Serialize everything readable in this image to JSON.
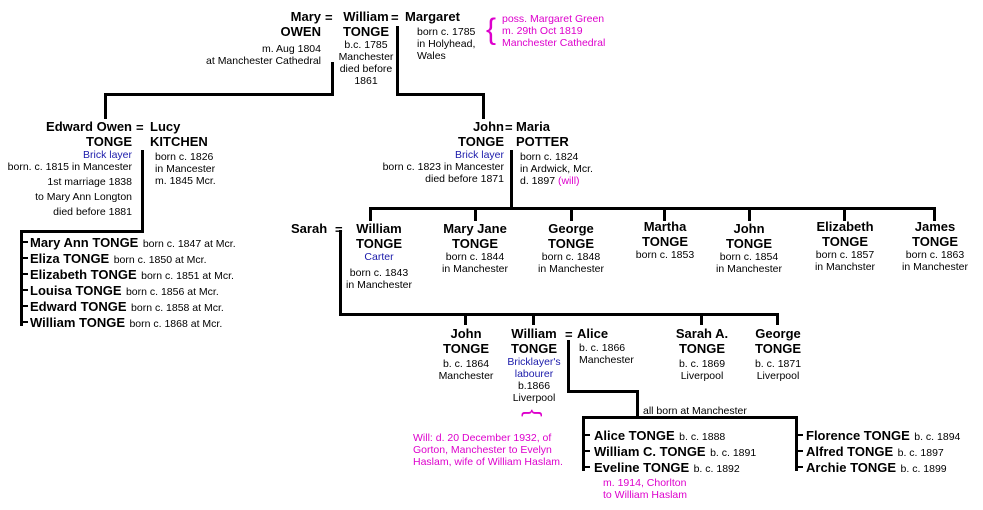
{
  "marriage_sign": "=",
  "mary_owen": {
    "first": "Mary",
    "last": "OWEN",
    "m": "m. Aug 1804",
    "place": "at Manchester Cathedral"
  },
  "william_tonge": {
    "first": "William",
    "last": "TONGE",
    "b1": "b.c. 1785",
    "b2": "Manchester",
    "d1": "died before",
    "d2": "1861"
  },
  "margaret": {
    "first": "Margaret",
    "b1": "born c. 1785",
    "b2": "in Holyhead,",
    "b3": "Wales"
  },
  "margaret_note": {
    "l1": "poss. Margaret Green",
    "l2": "m. 29th Oct 1819",
    "l3": "Manchester Cathedral",
    "brace": "{"
  },
  "edward_owen": {
    "first": "Edward Owen",
    "last": "TONGE",
    "occ": "Brick layer",
    "l1": "born. c. 1815 in Mancester",
    "l2": "1st marriage 1838",
    "l3": "to Mary Ann Longton",
    "l4": "died before 1881"
  },
  "lucy": {
    "first": "Lucy",
    "last": "KITCHEN",
    "l1": "born c. 1826",
    "l2": "in Mancester",
    "l3": "m. 1845 Mcr."
  },
  "john_tonge": {
    "first": "John",
    "last": "TONGE",
    "occ": "Brick layer",
    "l1": "born c. 1823 in Mancester",
    "l2": "died before 1871"
  },
  "maria": {
    "first": "Maria",
    "last": "POTTER",
    "l1": "born c. 1824",
    "l2": "in Ardwick, Mcr.",
    "l3": "d. 1897",
    "will": "(will)"
  },
  "edward_children": [
    {
      "name": "Mary Ann TONGE",
      "info": "born c. 1847 at Mcr."
    },
    {
      "name": "Eliza TONGE",
      "info": "born c. 1850 at Mcr."
    },
    {
      "name": "Elizabeth TONGE",
      "info": "born c. 1851 at Mcr."
    },
    {
      "name": "Louisa TONGE",
      "info": "born c. 1856 at Mcr."
    },
    {
      "name": "Edward TONGE",
      "info": "born c. 1858 at Mcr."
    },
    {
      "name": "William TONGE",
      "info": "born c. 1868 at Mcr."
    }
  ],
  "sarah": {
    "first": "Sarah"
  },
  "william_j": {
    "first": "William",
    "last": "TONGE",
    "occ": "Carter",
    "l1": "born c. 1843",
    "l2": "in Manchester"
  },
  "john_children": [
    {
      "first": "Mary Jane",
      "last": "TONGE",
      "l1": "born c. 1844",
      "l2": "in Manchester"
    },
    {
      "first": "George",
      "last": "TONGE",
      "l1": "born c. 1848",
      "l2": "in Manchester"
    },
    {
      "first": "Martha",
      "last": "TONGE",
      "l1": "born c. 1853",
      "l2": ""
    },
    {
      "first": "John",
      "last": "TONGE",
      "l1": "born c. 1854",
      "l2": "in Manchester"
    },
    {
      "first": "Elizabeth",
      "last": "TONGE",
      "l1": "born c. 1857",
      "l2": "in Manchster"
    },
    {
      "first": "James",
      "last": "TONGE",
      "l1": "born c. 1863",
      "l2": "in Manchester"
    }
  ],
  "john_w": {
    "first": "John",
    "last": "TONGE",
    "l1": "b. c. 1864",
    "l2": "Manchester"
  },
  "william_w": {
    "first": "William",
    "last": "TONGE",
    "occ1": "Bricklayer's",
    "occ2": "labourer",
    "l1": "b.1866",
    "l2": "Liverpool"
  },
  "alice": {
    "first": "Alice",
    "l1": "b. c. 1866",
    "l2": "Manchester"
  },
  "sarah_a": {
    "first": "Sarah A.",
    "last": "TONGE",
    "l1": "b. c. 1869",
    "l2": "Liverpool"
  },
  "george_w": {
    "first": "George",
    "last": "TONGE",
    "l1": "b. c. 1871",
    "l2": "Liverpool"
  },
  "will_note": {
    "brace": "{",
    "l1": "Will: d. 20 December 1932, of",
    "l2": "Gorton, Manchester to Evelyn",
    "l3": "Haslam, wife of William Haslam."
  },
  "all_born": "all born at Manchester",
  "grandchildren_left": [
    {
      "name": "Alice TONGE",
      "info": "b. c. 1888"
    },
    {
      "name": "William C. TONGE",
      "info": "b. c. 1891"
    },
    {
      "name": "Eveline TONGE",
      "info": "b. c. 1892"
    }
  ],
  "eveline_note": {
    "l1": "m. 1914, Chorlton",
    "l2": "to William Haslam"
  },
  "grandchildren_right": [
    {
      "name": "Florence TONGE",
      "info": "b. c. 1894"
    },
    {
      "name": "Alfred TONGE",
      "info": "b. c. 1897"
    },
    {
      "name": "Archie TONGE",
      "info": "b. c. 1899"
    }
  ],
  "colors": {
    "occupation": "#1a1aaa",
    "note": "#dd00cc",
    "line": "#000000"
  }
}
